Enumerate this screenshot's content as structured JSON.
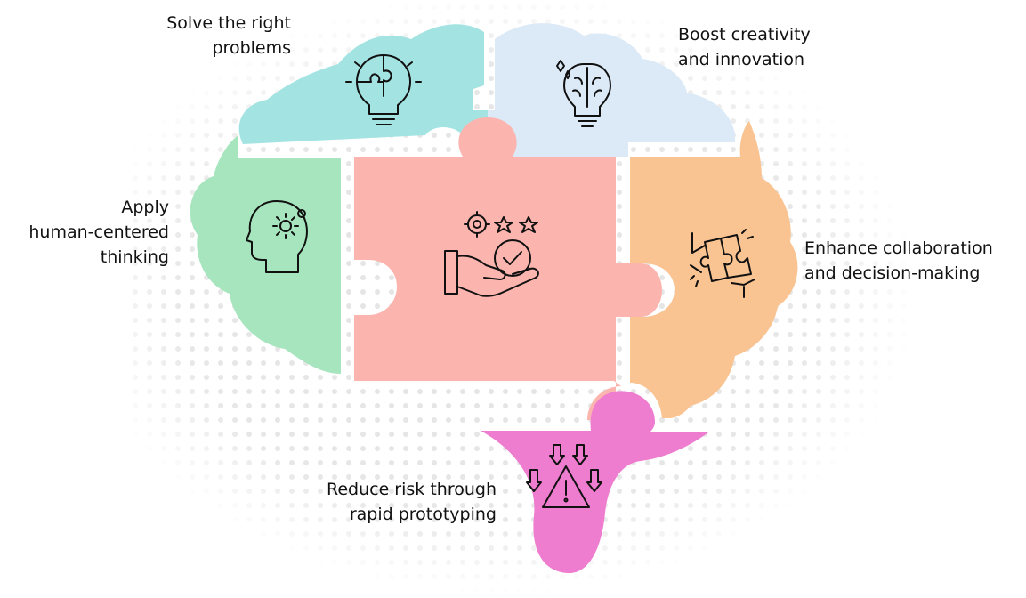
{
  "labels": {
    "solve": "Solve the right\nproblems",
    "boost": "Boost creativity\nand innovation",
    "apply": "Apply\nhuman-centered\nthinking",
    "enhance": "Enhance collaboration\nand decision-making",
    "reduce": "Reduce risk through\nrapid prototyping"
  },
  "colors": {
    "teal": "#a3e4e3",
    "light_blue": "#dceaf7",
    "green": "#a6e5bd",
    "salmon": "#fbb4ae",
    "orange": "#f9c492",
    "magenta": "#ee7ccf",
    "dots": "#e4e4e4",
    "text": "#111111"
  },
  "icons": {
    "top_left": "lightbulb-puzzle-icon",
    "top_right": "brain-lightbulb-icon",
    "left": "head-gear-icon",
    "center": "hand-award-stars-icon",
    "right": "hands-puzzle-icon",
    "bottom": "risk-warning-arrows-icon"
  }
}
